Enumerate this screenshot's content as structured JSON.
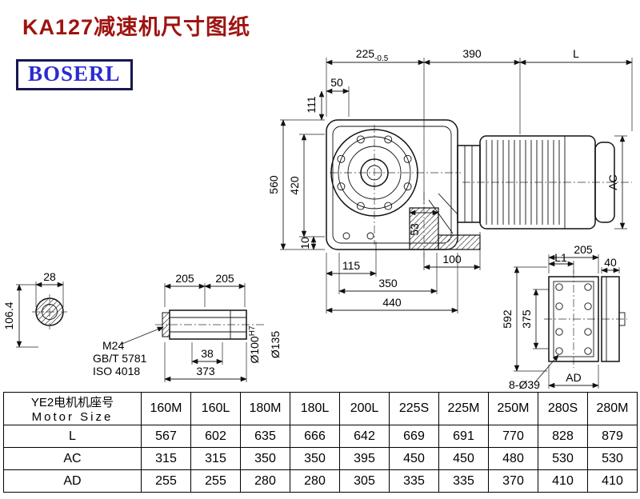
{
  "title": "KA127减速机尺寸图纸",
  "logo": "BOSERL",
  "dims": {
    "d50": "50",
    "d225": "225",
    "d225tol": "-0.5",
    "d390": "390",
    "dL": "L",
    "d111": "111",
    "d560": "560",
    "d420": "420",
    "d10": "10",
    "d53": "53",
    "d115": "115",
    "d100": "100",
    "d350": "350",
    "d440": "440",
    "dAC": "AC",
    "d28": "28",
    "d106_4": "106.4",
    "d205a": "205",
    "d205b": "205",
    "dM24": "M24",
    "dGBT": "GB/T 5781",
    "dISO": "ISO 4018",
    "d38": "38",
    "d373": "373",
    "d100h7": "Ø100",
    "d100h7sup": "H7",
    "d135": "Ø135",
    "dL1": "L1",
    "d205c": "205",
    "d40": "40",
    "d592": "592",
    "d375": "375",
    "d8d39": "8-Ø39",
    "dAD": "AD"
  },
  "table": {
    "header": {
      "label1": "YE2电机机座号",
      "label2": "Motor Size"
    },
    "columns": [
      "160M",
      "160L",
      "180M",
      "180L",
      "200L",
      "225S",
      "225M",
      "250M",
      "280S",
      "280M"
    ],
    "rows": [
      {
        "label": "L",
        "values": [
          "567",
          "602",
          "635",
          "666",
          "642",
          "669",
          "691",
          "770",
          "828",
          "879"
        ]
      },
      {
        "label": "AC",
        "values": [
          "315",
          "315",
          "350",
          "350",
          "395",
          "450",
          "450",
          "480",
          "530",
          "530"
        ]
      },
      {
        "label": "AD",
        "values": [
          "255",
          "255",
          "280",
          "280",
          "305",
          "335",
          "335",
          "370",
          "410",
          "410"
        ]
      }
    ]
  }
}
